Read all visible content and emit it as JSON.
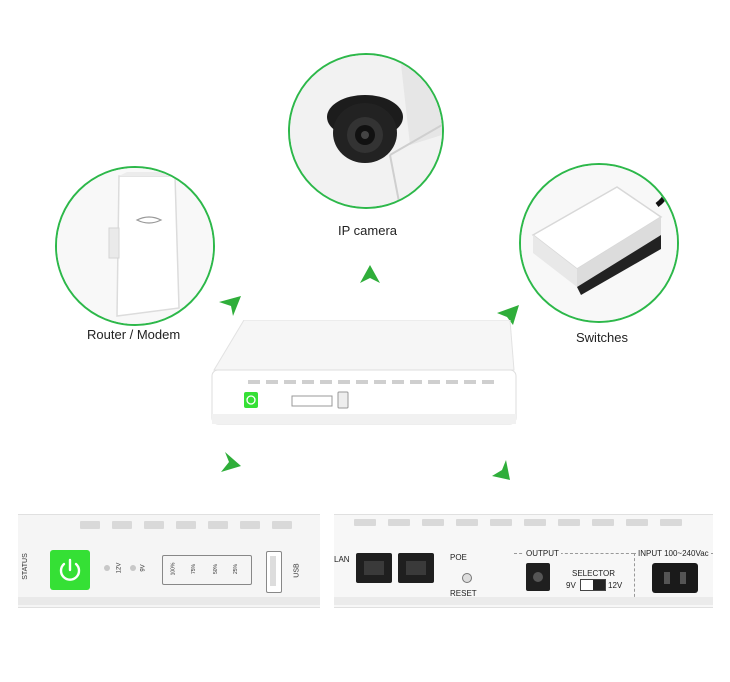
{
  "labels": {
    "ip_camera": "IP camera",
    "router_modem": "Router / Modem",
    "switches": "Switches"
  },
  "panel_left": {
    "status": "STATUS",
    "v12": "12V",
    "v9": "9V",
    "levels": [
      "100%",
      "75%",
      "50%",
      "25%"
    ],
    "usb": "USB"
  },
  "panel_right": {
    "lan": "LAN",
    "poe": "POE",
    "reset": "RESET",
    "output": "OUTPUT",
    "selector": "SELECTOR",
    "sel_9v": "9V",
    "sel_12v": "12V",
    "input": "INPUT 100~240Vac"
  },
  "colors": {
    "accent_green": "#2db84a",
    "power_green": "#35e035"
  }
}
